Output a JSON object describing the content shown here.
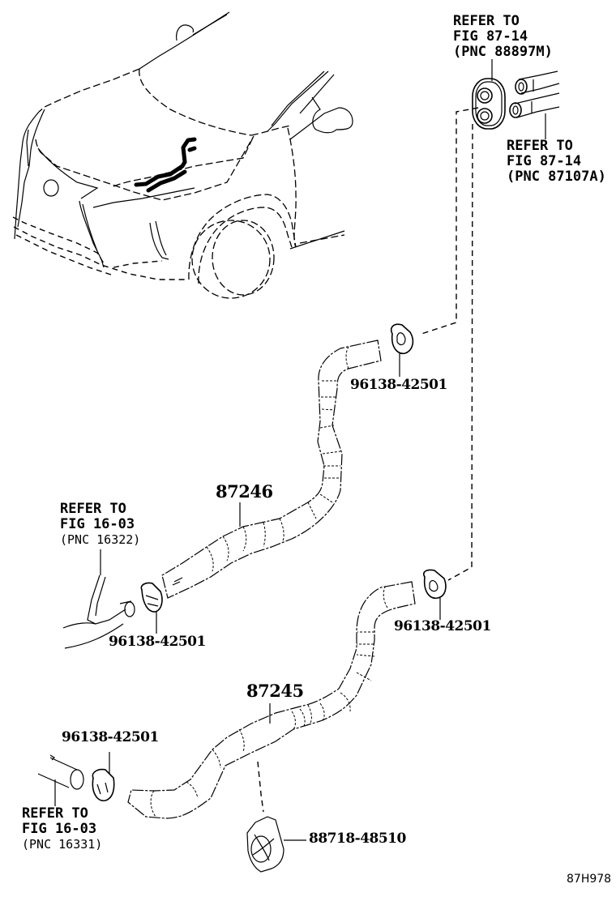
{
  "diagram": {
    "code": "87H978",
    "parts": {
      "hose_upper": "87246",
      "hose_lower": "87245",
      "clamp_upper_right": "96138-42501",
      "clamp_upper_left": "96138-42501",
      "clamp_lower_right": "96138-42501",
      "clamp_lower_left": "96138-42501",
      "bracket": "88718-48510"
    },
    "references": {
      "grommet": {
        "line1": "REFER TO",
        "line2": "FIG 87-14",
        "line3": "(PNC 88897M)"
      },
      "pipes": {
        "line1": "REFER TO",
        "line2": "FIG 87-14",
        "line3": "(PNC 87107A)"
      },
      "engine_pipe_upper": {
        "line1": "REFER TO",
        "line2": "FIG 16-03",
        "line3": "(PNC 16322)"
      },
      "engine_pipe_lower": {
        "line1": "REFER TO",
        "line2": "FIG 16-03",
        "line3": "(PNC 16331)"
      }
    }
  }
}
